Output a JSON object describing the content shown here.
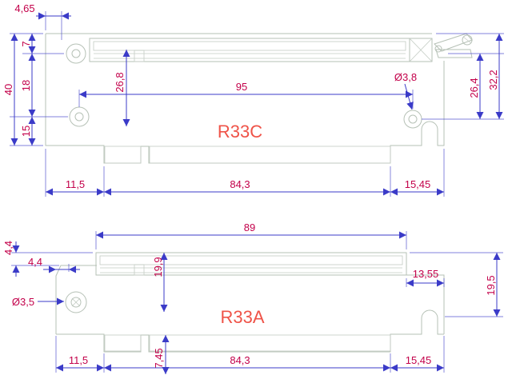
{
  "colors": {
    "dimension_line": "#3b3bc8",
    "dimension_text": "#c3004a",
    "part_label": "#ef5348",
    "outline": "#b6c1b6"
  },
  "drawings": {
    "r33c": {
      "label": "R33C",
      "dims": {
        "offset_top": "4,65",
        "hole_top": "7",
        "hole_spacing": "18",
        "total_height": "40",
        "hole_bottom": "15",
        "slot_depth": "26,8",
        "hole_span": "95",
        "hole_diameter": "Ø3,8",
        "height_inner": "26,4",
        "height_outer": "32,2",
        "bottom_left": "11,5",
        "finger_width": "84,3",
        "bottom_right": "15,45"
      }
    },
    "r33a": {
      "label": "R33A",
      "dims": {
        "connector_width": "89",
        "top_offset": "4,4",
        "left_offset": "4,4",
        "connector_height": "19,9",
        "right_offset": "13,55",
        "card_height": "19,5",
        "hole_diameter": "Ø3,5",
        "finger_depth": "7,45",
        "bottom_left": "11,5",
        "finger_width": "84,3",
        "bottom_right": "15,45"
      }
    }
  }
}
